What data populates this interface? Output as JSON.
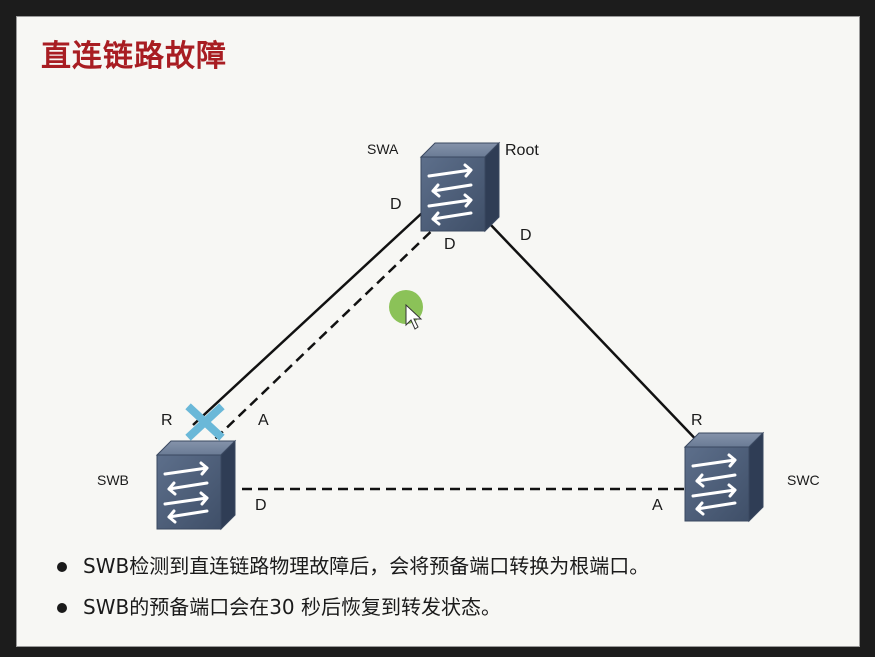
{
  "title": "直连链路故障",
  "nodes": {
    "swa": {
      "name": "SWA",
      "role": "Root"
    },
    "swb": {
      "name": "SWB"
    },
    "swc": {
      "name": "SWC"
    }
  },
  "port_labels": {
    "swa_left": "D",
    "swa_bottom": "D",
    "swa_right": "D",
    "swb_top_left": "R",
    "swb_top_right": "A",
    "swb_bottom": "D",
    "swc_top": "R",
    "swc_bottom": "A"
  },
  "bullets": [
    "SWB检测到直连链路物理故障后，会将预备端口转换为根端口。",
    "SWB的预备端口会在30 秒后恢复到转发状态。"
  ],
  "colors": {
    "title": "#a81d22",
    "switch_body": "#51637e",
    "fault_mark": "#6ab8d8",
    "pointer_highlight": "#78b83c"
  }
}
